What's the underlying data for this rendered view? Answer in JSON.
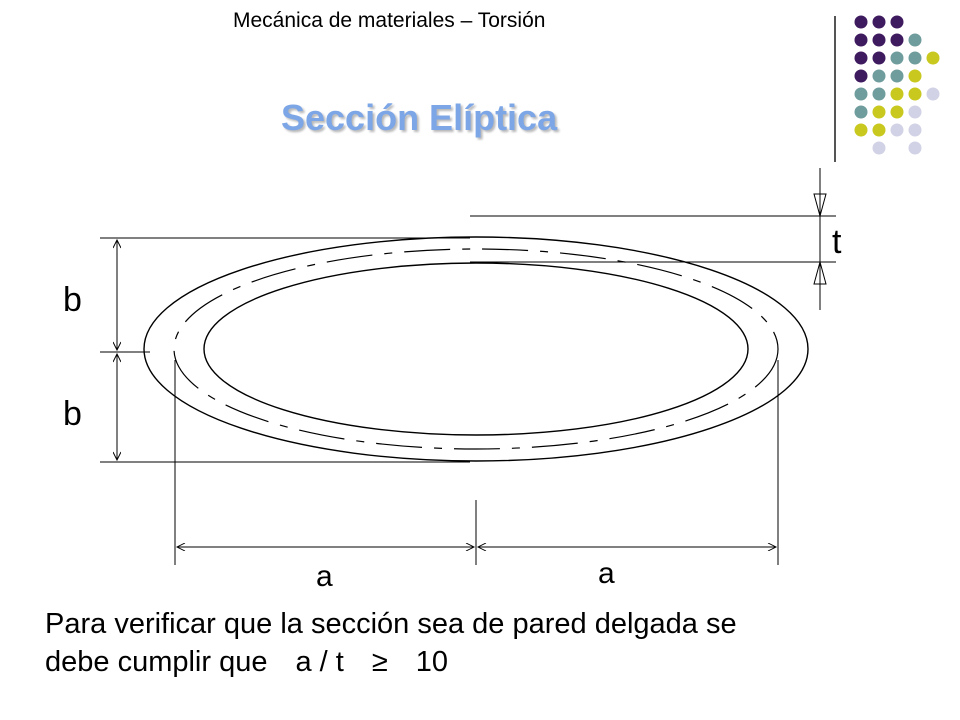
{
  "slide": {
    "header": "Mecánica de materiales – Torsión",
    "title": "Sección Elíptica",
    "decoration": {
      "icon": "dot-grid-icon",
      "colors": {
        "purple": "#3e1a5e",
        "teal": "#6f9c9c",
        "olive": "#c8c81e",
        "lavender": "#d2d2e6"
      }
    }
  },
  "diagram": {
    "labels": {
      "b_upper": "b",
      "b_lower": "b",
      "t": "t",
      "a_left": "a",
      "a_right": "a"
    },
    "colors": {
      "line": "#000000",
      "background": "#ffffff"
    }
  },
  "text": {
    "line1": "Para verificar que la sección sea de pared delgada se",
    "line2_prefix": "debe cumplir que",
    "formula_lhs": "a / t",
    "formula_op": "≥",
    "formula_rhs": "10"
  }
}
